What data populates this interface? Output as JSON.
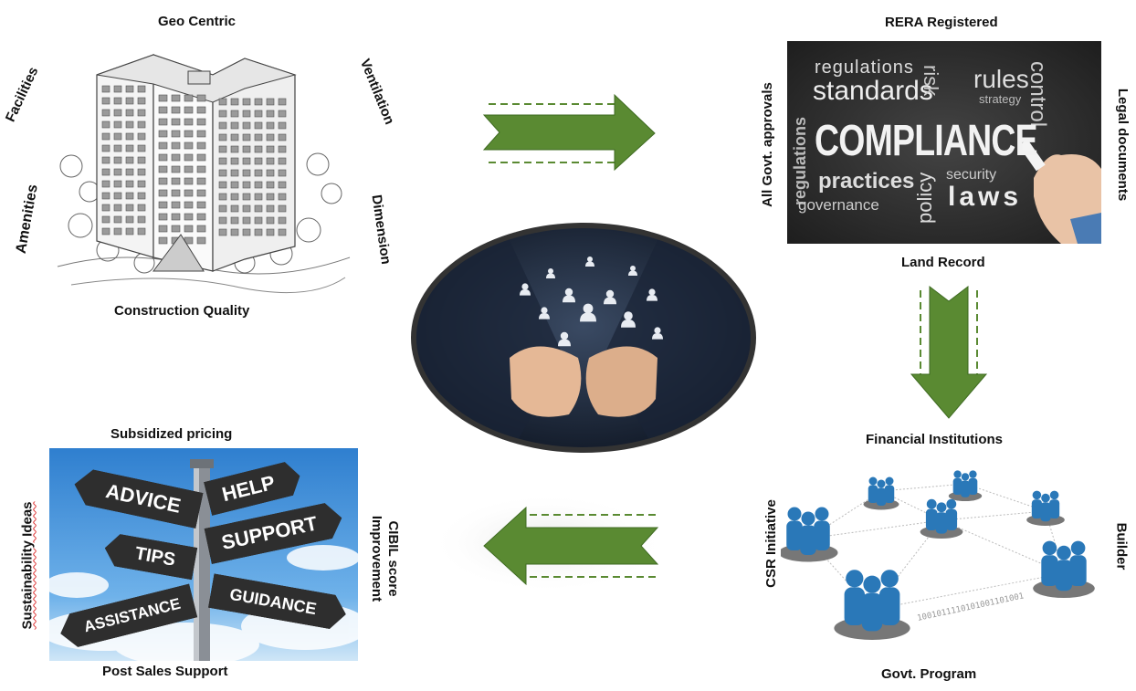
{
  "top_left": {
    "top": "Geo Centric",
    "bottom": "Construction Quality",
    "left_upper": "Facilities",
    "left_lower": "Amenities",
    "right_upper": "Ventilation",
    "right_lower": "Dimension"
  },
  "top_right": {
    "top": "RERA Registered",
    "bottom": "Land Record",
    "left": "All Govt. approvals",
    "right": "Legal documents",
    "board_words": [
      "regulations",
      "standards",
      "risk",
      "rules",
      "strategy",
      "control",
      "regulations",
      "COMPLIANCE",
      "practices",
      "security",
      "policy",
      "governance",
      "laws"
    ]
  },
  "bottom_right": {
    "top": "Financial Institutions",
    "bottom": "Govt. Program",
    "left": "CSR Initiative",
    "right": "Builder",
    "binary": "1001011110101001101001"
  },
  "bottom_left": {
    "top": "Subsidized pricing",
    "bottom": "Post Sales Support",
    "left": "Sustainability Ideas",
    "right_line1": "CIBIL score",
    "right_line2": "Improvement",
    "signs": [
      "ADVICE",
      "HELP",
      "TIPS",
      "SUPPORT",
      "ASSISTANCE",
      "GUIDANCE"
    ]
  },
  "colors": {
    "arrow_green": "#5a8a32",
    "arrow_dark": "#3f6b22",
    "board_bg": "#2b2b2b",
    "sky": "#3f8fd6",
    "people_blue": "#2a78b8"
  }
}
